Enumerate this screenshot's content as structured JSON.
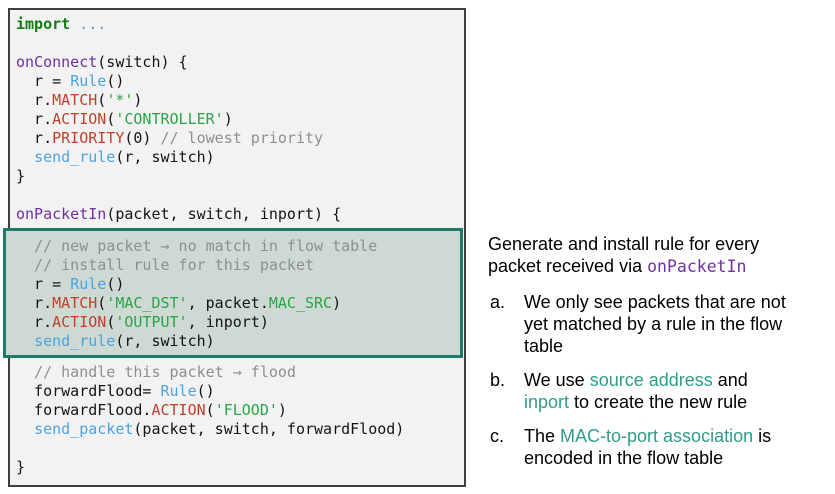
{
  "colors": {
    "code_panel_bg": "#f2f2f2",
    "code_panel_border": "#3f3f3f",
    "highlight_fill": "#cdd9d2",
    "highlight_border": "#1f7a6a",
    "code_keyword_green": "#157a15",
    "code_handler_purple": "#7030a0",
    "code_builtin_blue": "#4aa3e2",
    "code_method_red": "#c2402a",
    "code_string_green": "#28a546",
    "code_comment_gray": "#8f8f8f",
    "code_default": "#141414",
    "note_teal": "#2f9c8a",
    "note_mono_purple": "#7030a0"
  },
  "code": {
    "pre": [
      [
        {
          "c": "k",
          "t": "import"
        },
        {
          "c": "d",
          "t": " "
        },
        {
          "c": "b",
          "t": "..."
        }
      ],
      [],
      [
        {
          "c": "p",
          "t": "onConnect"
        },
        {
          "c": "d",
          "t": "(switch) {"
        }
      ],
      [
        {
          "c": "d",
          "t": "  r = "
        },
        {
          "c": "b",
          "t": "Rule"
        },
        {
          "c": "d",
          "t": "()"
        }
      ],
      [
        {
          "c": "d",
          "t": "  r."
        },
        {
          "c": "r",
          "t": "MATCH"
        },
        {
          "c": "d",
          "t": "("
        },
        {
          "c": "g",
          "t": "'*'"
        },
        {
          "c": "d",
          "t": ")"
        }
      ],
      [
        {
          "c": "d",
          "t": "  r."
        },
        {
          "c": "r",
          "t": "ACTION"
        },
        {
          "c": "d",
          "t": "("
        },
        {
          "c": "g",
          "t": "'CONTROLLER'"
        },
        {
          "c": "d",
          "t": ")"
        }
      ],
      [
        {
          "c": "d",
          "t": "  r."
        },
        {
          "c": "r",
          "t": "PRIORITY"
        },
        {
          "c": "d",
          "t": "(0) "
        },
        {
          "c": "c",
          "t": "// lowest priority"
        }
      ],
      [
        {
          "c": "d",
          "t": "  "
        },
        {
          "c": "b",
          "t": "send_rule"
        },
        {
          "c": "d",
          "t": "(r, switch)"
        }
      ],
      [
        {
          "c": "d",
          "t": "}"
        }
      ],
      [],
      [
        {
          "c": "p",
          "t": "onPacketIn"
        },
        {
          "c": "d",
          "t": "(packet, switch, inport) {"
        }
      ]
    ],
    "highlighted": [
      [
        {
          "c": "c",
          "t": "  // new packet → no match in flow table"
        }
      ],
      [
        {
          "c": "c",
          "t": "  // install rule for this packet"
        }
      ],
      [
        {
          "c": "d",
          "t": "  r = "
        },
        {
          "c": "b",
          "t": "Rule"
        },
        {
          "c": "d",
          "t": "()"
        }
      ],
      [
        {
          "c": "d",
          "t": "  r."
        },
        {
          "c": "r",
          "t": "MATCH"
        },
        {
          "c": "d",
          "t": "("
        },
        {
          "c": "g",
          "t": "'MAC_DST'"
        },
        {
          "c": "d",
          "t": ", packet."
        },
        {
          "c": "g",
          "t": "MAC_SRC"
        },
        {
          "c": "d",
          "t": ")"
        }
      ],
      [
        {
          "c": "d",
          "t": "  r."
        },
        {
          "c": "r",
          "t": "ACTION"
        },
        {
          "c": "d",
          "t": "("
        },
        {
          "c": "g",
          "t": "'OUTPUT'"
        },
        {
          "c": "d",
          "t": ", inport)"
        }
      ],
      [
        {
          "c": "d",
          "t": "  "
        },
        {
          "c": "b",
          "t": "send_rule"
        },
        {
          "c": "d",
          "t": "(r, switch)"
        }
      ]
    ],
    "post": [
      [
        {
          "c": "c",
          "t": "  // handle this packet → flood"
        }
      ],
      [
        {
          "c": "d",
          "t": "  forwardFlood= "
        },
        {
          "c": "b",
          "t": "Rule"
        },
        {
          "c": "d",
          "t": "()"
        }
      ],
      [
        {
          "c": "d",
          "t": "  forwardFlood."
        },
        {
          "c": "r",
          "t": "ACTION"
        },
        {
          "c": "d",
          "t": "("
        },
        {
          "c": "g",
          "t": "'FLOOD'"
        },
        {
          "c": "d",
          "t": ")"
        }
      ],
      [
        {
          "c": "d",
          "t": "  "
        },
        {
          "c": "b",
          "t": "send_packet"
        },
        {
          "c": "d",
          "t": "(packet, switch, forwardFlood)"
        }
      ],
      [],
      [
        {
          "c": "d",
          "t": "}"
        }
      ]
    ]
  },
  "notes": {
    "intro_lines": [
      [
        {
          "c": "n",
          "t": "Generate and install rule for every"
        }
      ],
      [
        {
          "c": "n",
          "t": "packet received via "
        },
        {
          "c": "m",
          "t": "onPacketIn"
        }
      ]
    ],
    "items": [
      {
        "marker": "a.",
        "lines": [
          [
            {
              "c": "n",
              "t": "We only see packets that are not"
            }
          ],
          [
            {
              "c": "n",
              "t": "yet matched by a rule in the flow"
            }
          ],
          [
            {
              "c": "n",
              "t": "table"
            }
          ]
        ]
      },
      {
        "marker": "b.",
        "lines": [
          [
            {
              "c": "n",
              "t": "We use "
            },
            {
              "c": "t",
              "t": "source address"
            },
            {
              "c": "n",
              "t": " and"
            }
          ],
          [
            {
              "c": "t",
              "t": "inport"
            },
            {
              "c": "n",
              "t": " to create the new rule"
            }
          ]
        ]
      },
      {
        "marker": "c.",
        "lines": [
          [
            {
              "c": "n",
              "t": "The "
            },
            {
              "c": "t",
              "t": "MAC-to-port association"
            },
            {
              "c": "n",
              "t": " is"
            }
          ],
          [
            {
              "c": "n",
              "t": "encoded in the flow table"
            }
          ]
        ]
      }
    ]
  }
}
